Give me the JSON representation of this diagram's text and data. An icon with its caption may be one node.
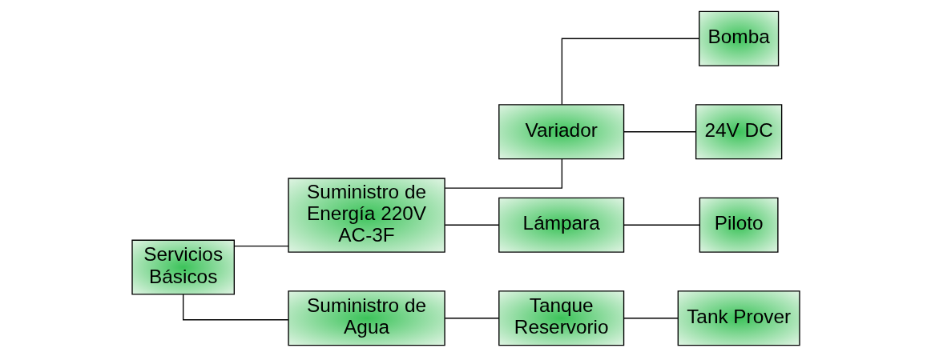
{
  "diagram": {
    "nodes": [
      {
        "text": [
          "Servicios Básicos"
        ]
      },
      {
        "text": [
          "Suministro de Energía 220V AC-3F"
        ]
      },
      {
        "text": [
          "Suministro de Agua"
        ]
      },
      {
        "text": [
          "Variador"
        ]
      },
      {
        "text": [
          "Lámpara"
        ]
      },
      {
        "text": [
          "Bomba"
        ]
      },
      {
        "text": [
          "24V DC"
        ]
      },
      {
        "text": [
          "Piloto"
        ]
      },
      {
        "text": [
          "Tanque Reservorio"
        ]
      },
      {
        "text": [
          "Tank Prover"
        ]
      }
    ],
    "edges": [
      {
        "from": 0,
        "to": 1,
        "arrow": "none"
      },
      {
        "from": 0,
        "to": 2,
        "arrow": "none"
      },
      {
        "from": 1,
        "to": 3,
        "arrow": "none"
      },
      {
        "from": 1,
        "to": 4,
        "arrow": "none"
      },
      {
        "from": 3,
        "to": 5,
        "arrow": "none"
      },
      {
        "from": 3,
        "to": 6,
        "arrow": "none"
      },
      {
        "from": 4,
        "to": 7,
        "arrow": "none"
      },
      {
        "from": 2,
        "to": 8,
        "arrow": "none"
      },
      {
        "from": 8,
        "to": 9,
        "arrow": "none"
      }
    ]
  }
}
